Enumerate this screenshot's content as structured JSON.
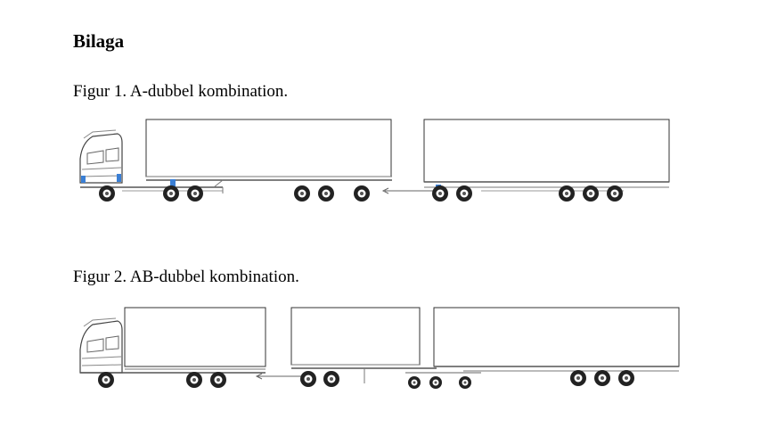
{
  "page": {
    "heading": "Bilaga",
    "figures": [
      {
        "caption": "Figur 1. A-dubbel kombination."
      },
      {
        "caption": "Figur 2. AB-dubbel kombination."
      }
    ]
  },
  "colors": {
    "line": "#333333",
    "accent": "#3a7fd5"
  }
}
